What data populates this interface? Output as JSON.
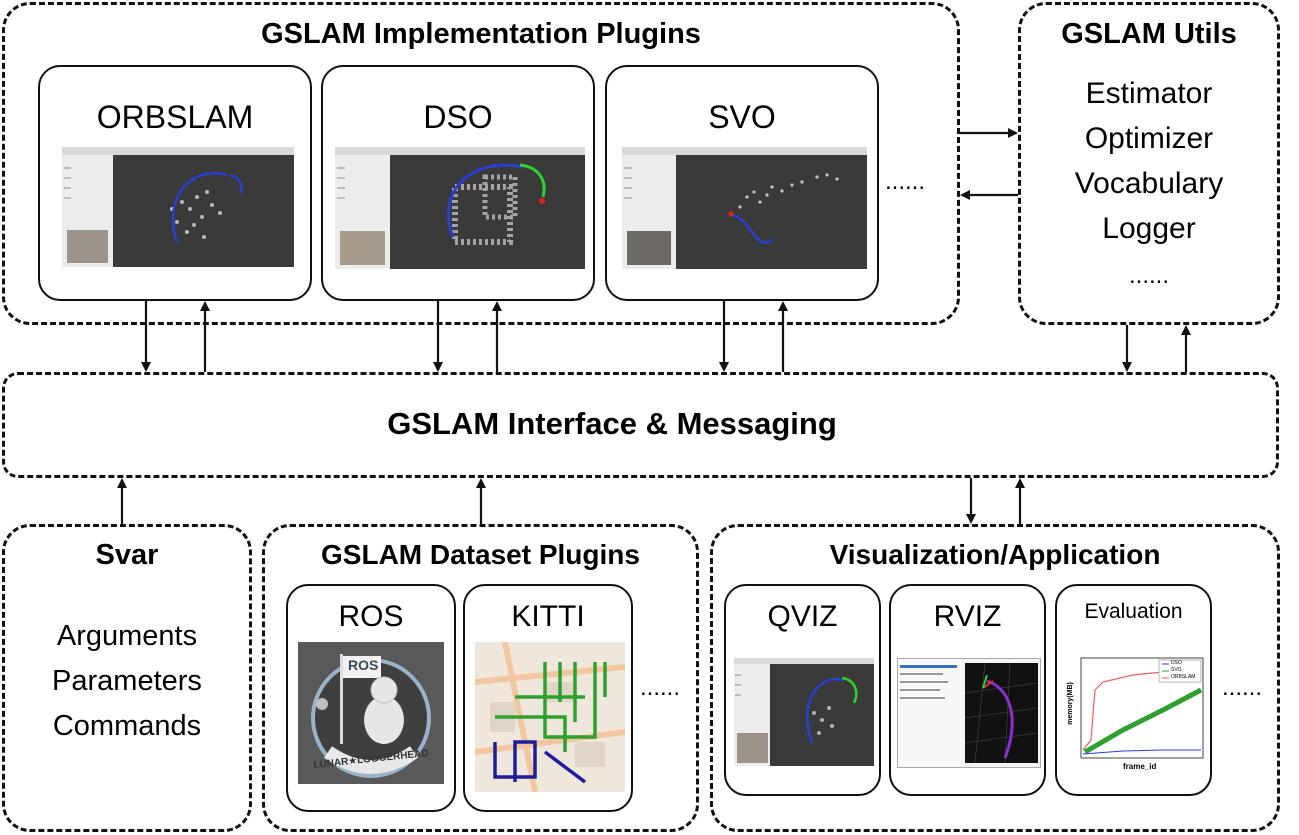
{
  "implementation": {
    "title": "GSLAM Implementation Plugins",
    "plugins": [
      {
        "name": "ORBSLAM"
      },
      {
        "name": "DSO"
      },
      {
        "name": "SVO"
      }
    ],
    "more": "......"
  },
  "utils": {
    "title": "GSLAM Utils",
    "items": [
      "Estimator",
      "Optimizer",
      "Vocabulary",
      "Logger",
      "......"
    ]
  },
  "interface": {
    "title": "GSLAM Interface & Messaging"
  },
  "svar": {
    "title": "Svar",
    "items": [
      "Arguments",
      "Parameters",
      "Commands"
    ]
  },
  "dataset": {
    "title": "GSLAM Dataset Plugins",
    "plugins": [
      {
        "name": "ROS",
        "logo_text": "ROS",
        "badge_text": "LUNAR★LOGGERHEAD"
      },
      {
        "name": "KITTI"
      }
    ],
    "more": "......"
  },
  "visualization": {
    "title": "Visualization/Application",
    "plugins": [
      {
        "name": "QVIZ"
      },
      {
        "name": "RVIZ"
      },
      {
        "name": "Evaluation"
      }
    ],
    "more": "......",
    "eval_chart": {
      "legend": [
        "DSO",
        "SVO",
        "ORBSLAM"
      ],
      "xlabel": "frame_id",
      "ylabel": "memory(MB)"
    }
  },
  "colors": {
    "border": "#111111",
    "map_bg": "#3a3a3a",
    "traj_blue": "#2a3fd0",
    "traj_green": "#2fd12f",
    "ros_bg": "#595959"
  }
}
